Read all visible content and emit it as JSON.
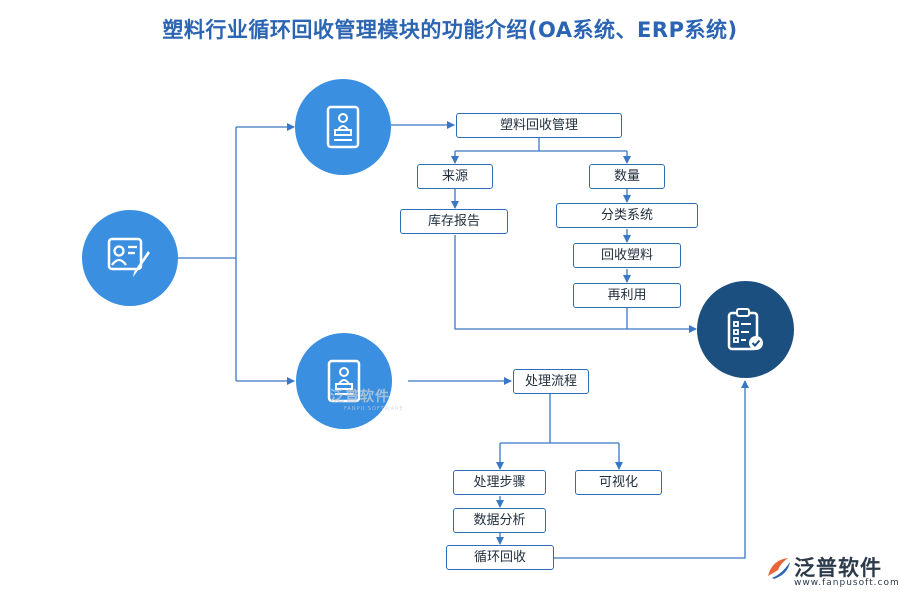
{
  "title": "塑料行业循环回收管理模块的功能介绍(OA系统、ERP系统)",
  "colors": {
    "title": "#2b64b3",
    "line": "#3a77c4",
    "circle_light": "#3a8fe0",
    "circle_dark": "#1b4f80",
    "box_border": "#2d6fb6"
  },
  "nodes": {
    "recycle_mgmt": "塑料回收管理",
    "source": "来源",
    "quantity": "数量",
    "inventory_report": "库存报告",
    "classification": "分类系统",
    "recycled_plastic": "回收塑料",
    "reuse": "再利用",
    "process_flow": "处理流程",
    "process_steps": "处理步骤",
    "visualization": "可视化",
    "data_analysis": "数据分析",
    "recycle": "循环回收"
  },
  "icons": {
    "start": "user-card-pen-icon",
    "branch_top": "document-stamp-icon",
    "branch_bottom": "document-stamp-icon",
    "end": "checklist-clipboard-icon"
  },
  "watermark": {
    "name": "泛普软件",
    "sub": "FANPU SOFTWARE"
  },
  "logo": {
    "name": "泛普软件",
    "url": "www.fanpusoft.com"
  }
}
